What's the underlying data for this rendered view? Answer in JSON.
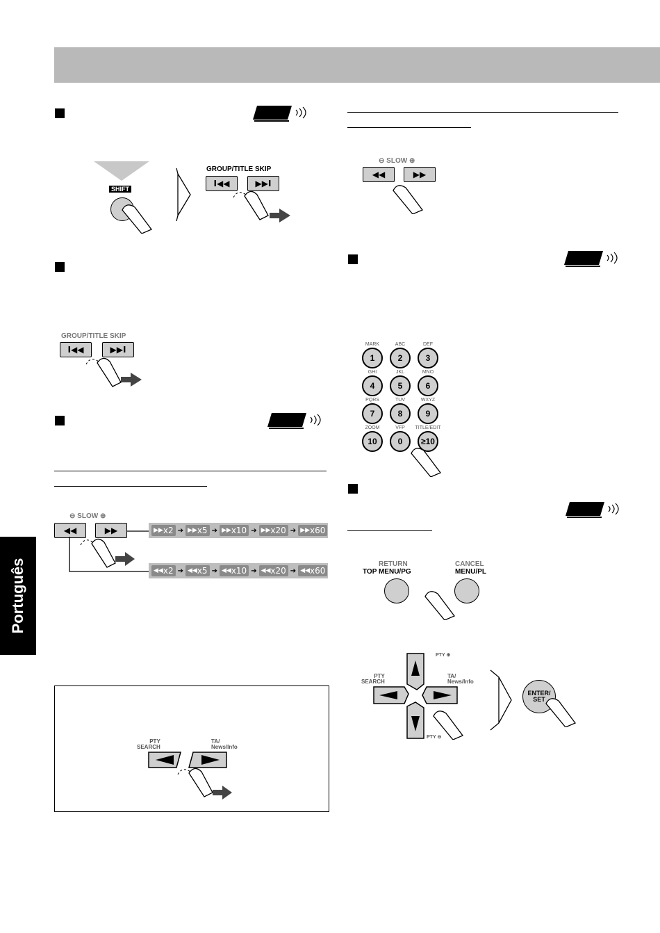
{
  "sidebar": {
    "language_tab": "Português"
  },
  "skip_section": {
    "shift_label": "SHIFT",
    "group_title_skip_label": "GROUP/TITLE SKIP",
    "prev_symbol": "I◀◀",
    "next_symbol": "▶▶I"
  },
  "slow_section": {
    "slow_label": "SLOW",
    "rew_symbol": "◀◀",
    "ff_symbol": "▶▶",
    "forward_speeds": [
      "x2",
      "x5",
      "x10",
      "x20",
      "x60"
    ],
    "reverse_speeds": [
      "x2",
      "x5",
      "x10",
      "x20",
      "x60"
    ]
  },
  "box_section": {
    "pty_search": "PTY\nSEARCH",
    "ta_news": "TA/\nNews/Info"
  },
  "numeric_keypad": {
    "keys": [
      {
        "sub": "MARK",
        "num": "1"
      },
      {
        "sub": "ABC",
        "num": "2"
      },
      {
        "sub": "DEF",
        "num": "3"
      },
      {
        "sub": "GHI",
        "num": "4"
      },
      {
        "sub": "JKL",
        "num": "5"
      },
      {
        "sub": "MNO",
        "num": "6"
      },
      {
        "sub": "PQRS",
        "num": "7"
      },
      {
        "sub": "TUV",
        "num": "8"
      },
      {
        "sub": "WXYZ",
        "num": "9"
      },
      {
        "sub": "ZOOM",
        "num": "10"
      },
      {
        "sub": "VFP",
        "num": "0"
      },
      {
        "sub": "TITLE/EDIT",
        "num": "≥10"
      }
    ]
  },
  "menu_section": {
    "return_label": "RETURN",
    "top_menu_label": "TOP MENU/PG",
    "cancel_label": "CANCEL",
    "menu_pl_label": "MENU/PL",
    "pty_plus": "PTY",
    "pty_minus": "PTY",
    "pty_search": "PTY\nSEARCH",
    "ta_news": "TA/\nNews/Info",
    "enter_set": "ENTER/\nSET"
  },
  "colors": {
    "header_gray": "#b9b9b9",
    "button_gray": "#cfcfcf",
    "speed_chip": "#8a8a8a"
  }
}
